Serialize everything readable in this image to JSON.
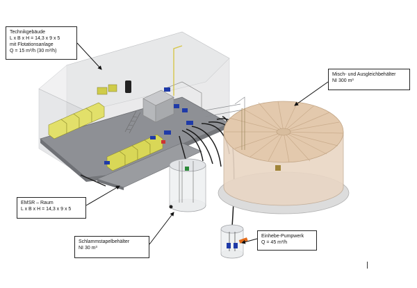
{
  "labels": {
    "technik": {
      "line1": "Technikgebäude",
      "line2": "L x B x H = 14,3 x 9 x 5",
      "line3": "mit Flotationsanlage",
      "line4": "Q = 15 m³/h (30 m³/h)"
    },
    "misch": {
      "line1": "Misch- und Ausgleichbehälter",
      "line2": "NI 300 m³"
    },
    "emsr": {
      "line1": "EMSR – Raum",
      "line2": "L x B x H = 14,3 x 9 x 5"
    },
    "schlamm": {
      "line1": "Schlammstapelbehälter",
      "line2": "NI 30 m³"
    },
    "einhebe": {
      "line1": "Einhebe-Pumpwerk",
      "line2": "Q = 45 m³/h"
    }
  },
  "colors": {
    "building_floor": "#8e9095",
    "building_wall": "#c7c9cc",
    "tank_fill": "#e9d6c4",
    "tank_roof": "#e3c9ad",
    "tank_base": "#d9d9d9",
    "container_yellow": "#e2e06a",
    "pump_blue": "#1f3aa8",
    "pump_orange": "#e26b1a",
    "pipe_black": "#1a1a1a"
  }
}
